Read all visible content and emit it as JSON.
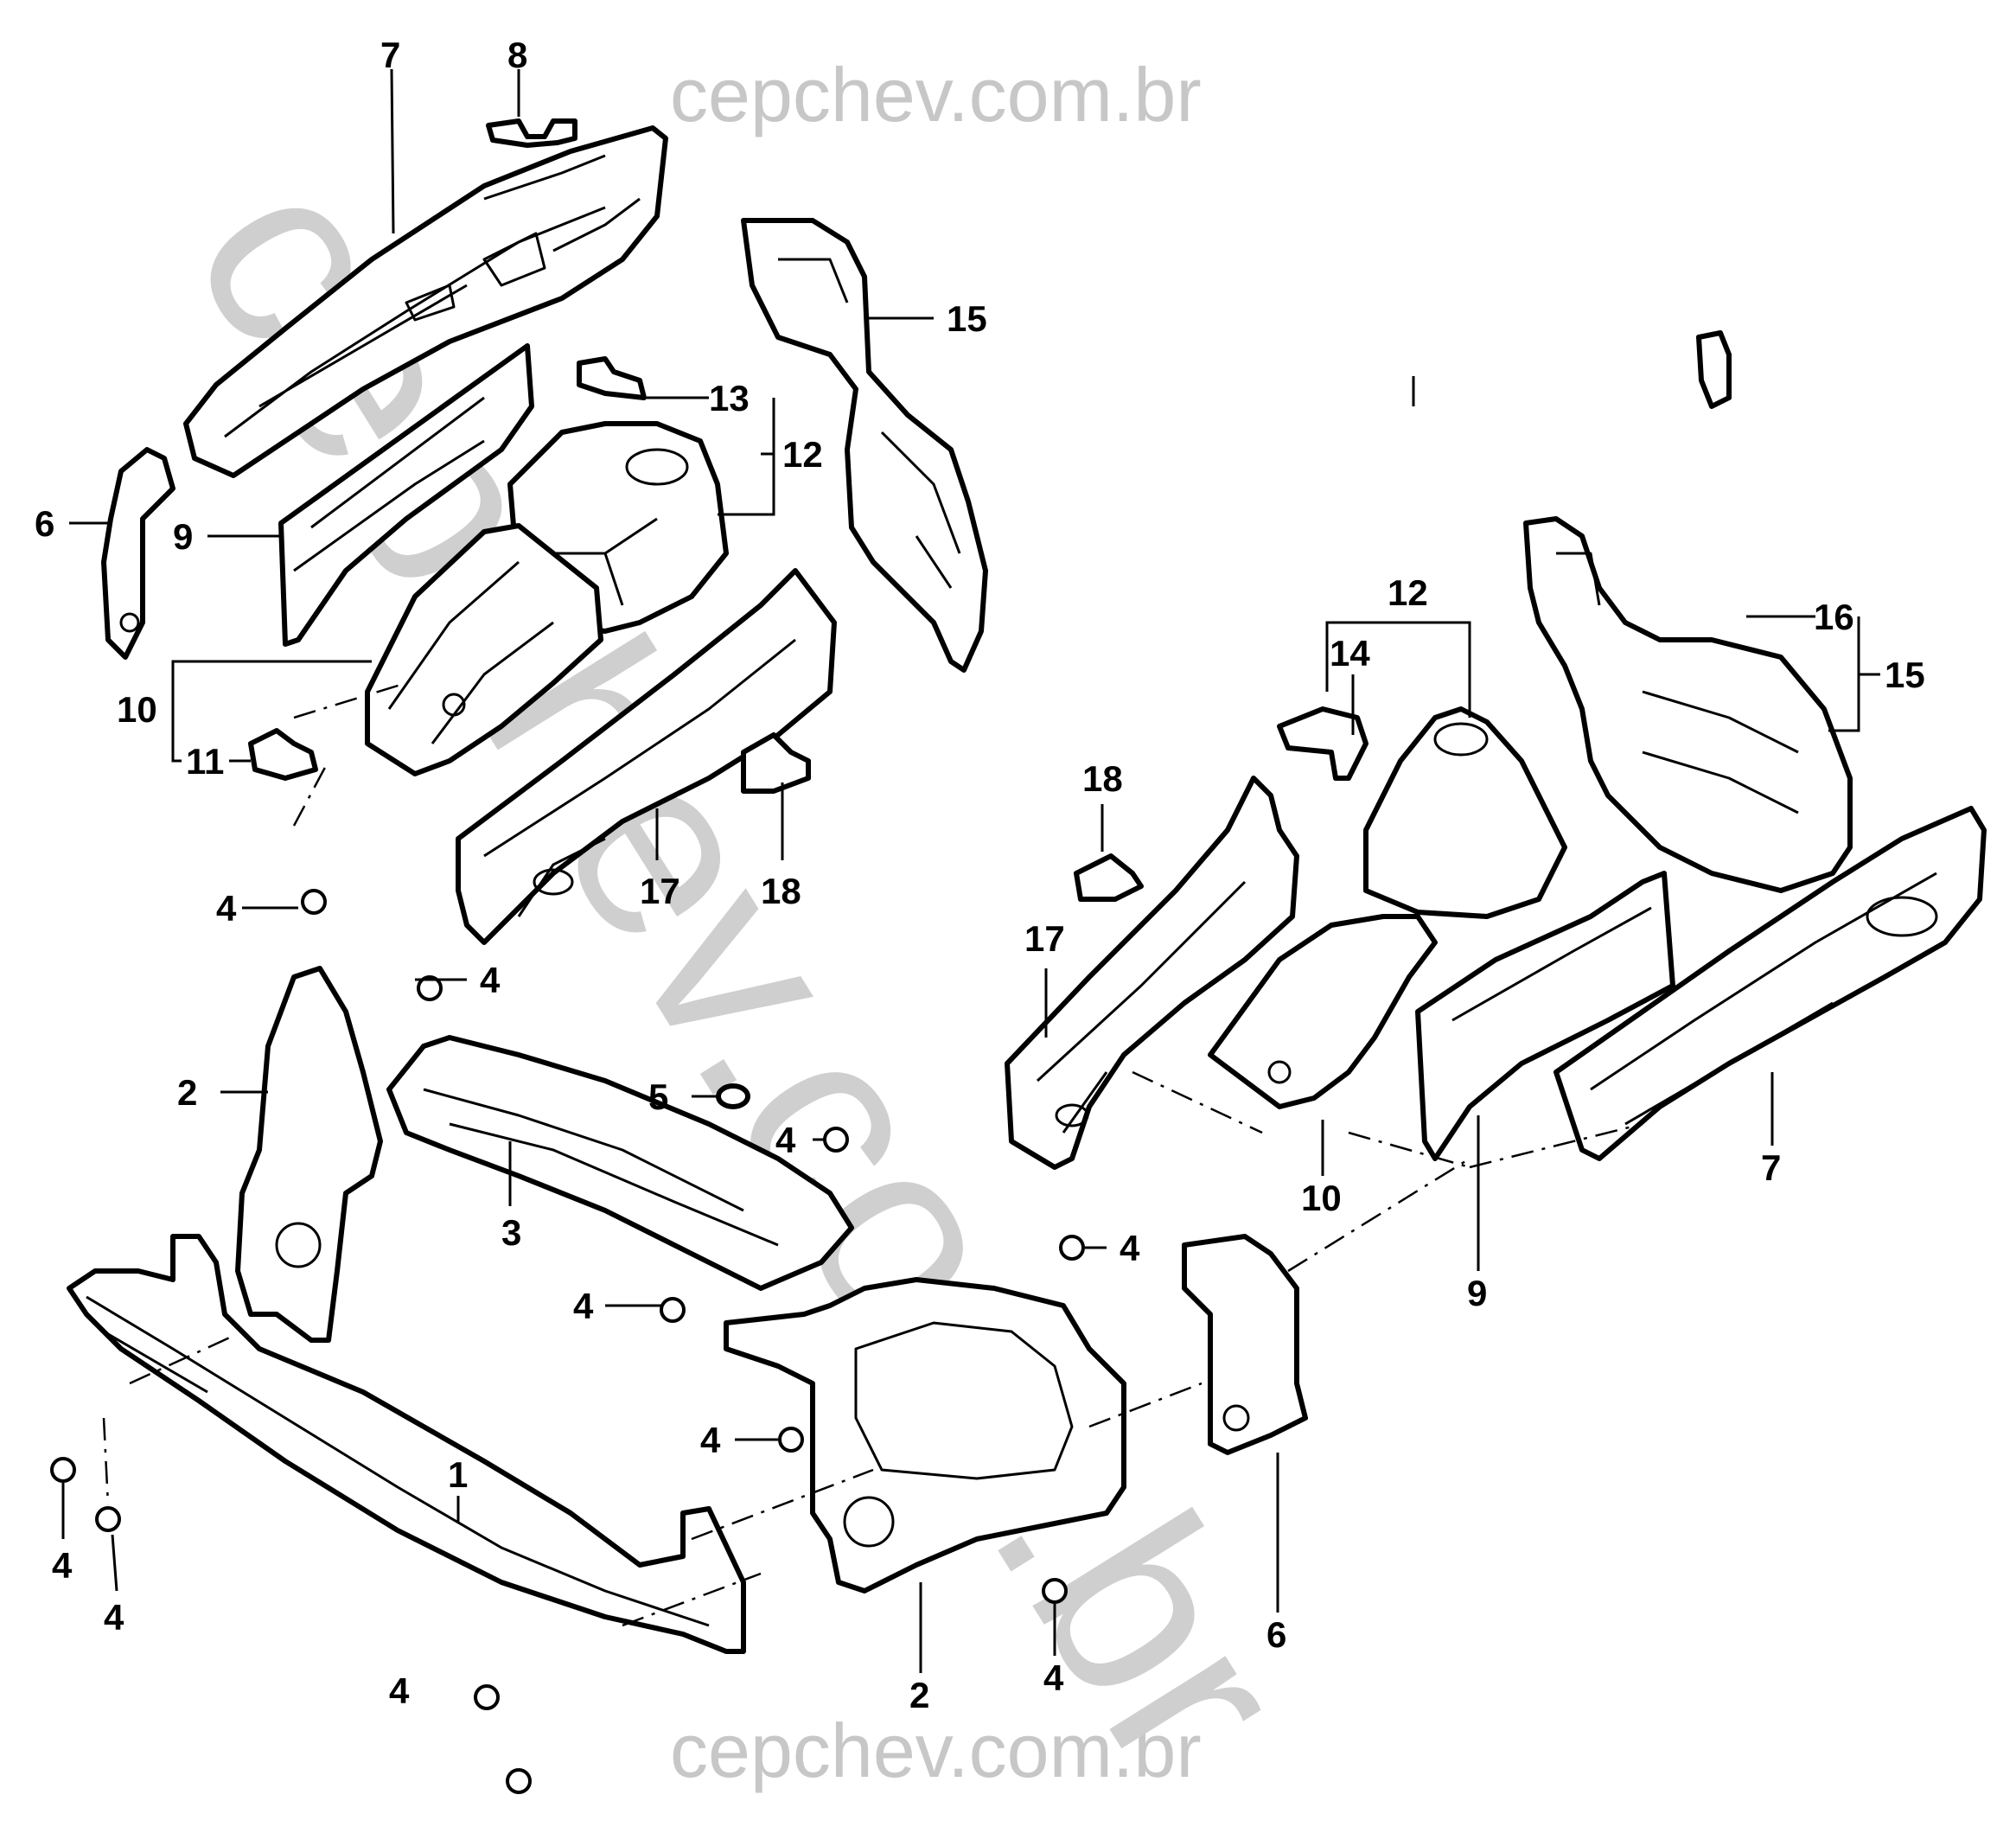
{
  "watermarks": {
    "top": "cepchev.com.br",
    "bottom": "cepchev.com.br",
    "diagonal": "cepchev.com.br"
  },
  "callouts": {
    "c1": "1",
    "c2a": "2",
    "c2b": "2",
    "c3": "3",
    "c4a": "4",
    "c4b": "4",
    "c4c": "4",
    "c4d": "4",
    "c4e": "4",
    "c4f": "4",
    "c4g": "4",
    "c4h": "4",
    "c4i": "4",
    "c4j": "4",
    "c5": "5",
    "c6a": "6",
    "c6b": "6",
    "c7a": "7",
    "c7b": "7",
    "c8": "8",
    "c9a": "9",
    "c9b": "9",
    "c10a": "10",
    "c10b": "10",
    "c11": "11",
    "c12a": "12",
    "c12b": "12",
    "c13": "13",
    "c14": "14",
    "c15a": "15",
    "c15b": "15",
    "c16": "16",
    "c17a": "17",
    "c17b": "17",
    "c18a": "18",
    "c18b": "18"
  }
}
